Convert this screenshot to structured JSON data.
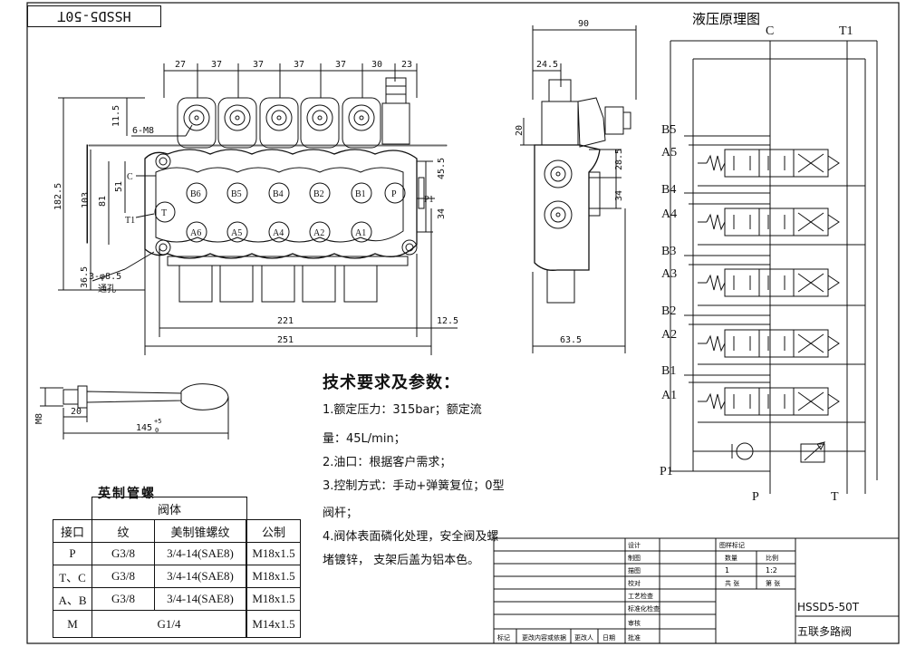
{
  "stamp": "HSSD5-50T",
  "front_dims": {
    "top": [
      "27",
      "37",
      "37",
      "37",
      "37",
      "30",
      "23"
    ],
    "thread": "6-M8",
    "d11": "11.5",
    "d182": "182.5",
    "d103": "103",
    "d81": "81",
    "d51": "51",
    "d36": "36.5",
    "d45": "45.5",
    "d34": "34",
    "d221": "221",
    "d12": "12.5",
    "d251": "251",
    "holes": "3-φ8.5",
    "through": "通孔"
  },
  "ports": {
    "b": [
      "B6",
      "B5",
      "B4",
      "B2",
      "B1"
    ],
    "a": [
      "A6",
      "A5",
      "A4",
      "A2",
      "A1"
    ],
    "p": "P",
    "t": "T",
    "p1": "P1",
    "c": "C",
    "t1": "T1"
  },
  "side_dims": {
    "d90": "90",
    "d24": "24.5",
    "d20": "20",
    "d28": "28.5",
    "d34": "34",
    "d63": "63.5"
  },
  "handle_dims": {
    "m8": "M8",
    "d20": "20",
    "d145": "145",
    "tol": "+5",
    "tol0": "0"
  },
  "hydraulic": {
    "title": "液压原理图",
    "c": "C",
    "t1": "T1",
    "p1": "P1",
    "p": "P",
    "t": "T",
    "sections": [
      {
        "b": "B5",
        "a": "A5"
      },
      {
        "b": "B4",
        "a": "A4"
      },
      {
        "b": "B3",
        "a": "A3"
      },
      {
        "b": "B2",
        "a": "A2"
      },
      {
        "b": "B1",
        "a": "A1"
      }
    ]
  },
  "tech": {
    "heading": "技术要求及参数：",
    "lines": [
      "1.额定压力：315bar；额定流",
      "量：45L/min；",
      "2.油口：根据客户需求；",
      "3.控制方式：手动+弹簧复位；0型",
      "阀杆；",
      "4.阀体表面磷化处理，安全阀及螺",
      "堵镀锌，  支架后盖为铝本色。"
    ]
  },
  "pipe_table": {
    "title": "英制管螺",
    "group": "阀体",
    "headers": [
      "接口",
      "纹",
      "美制锥螺纹",
      "公制"
    ],
    "rows": [
      [
        "P",
        "G3/8",
        "3/4-14(SAE8)",
        "M18x1.5"
      ],
      [
        "T、C",
        "G3/8",
        "3/4-14(SAE8)",
        "M18x1.5"
      ],
      [
        "A、B",
        "G3/8",
        "3/4-14(SAE8)",
        "M18x1.5"
      ]
    ],
    "last_row": {
      "port": "M",
      "thread": "G1/4",
      "metric": "M14x1.5"
    }
  },
  "title_block": {
    "model": "HSSD5-50T",
    "name": "五联多路阀",
    "qty": "1",
    "scale": "1:2",
    "labels": [
      "设计",
      "制图",
      "描图",
      "校对",
      "工艺检查",
      "标准化检查",
      "审核",
      "批准"
    ],
    "top_labels": [
      "图样标记",
      "数量",
      "比例",
      "共 张",
      "第 张"
    ],
    "bottom": [
      "标记",
      "更改内容或依据",
      "更改人",
      "日期"
    ]
  }
}
